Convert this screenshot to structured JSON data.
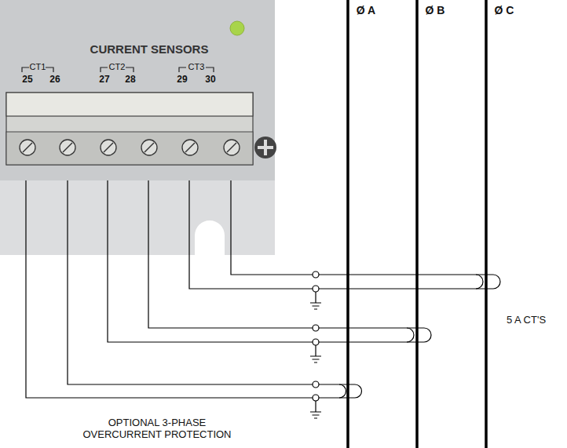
{
  "diagram": {
    "nodes": [
      {
        "text": [
          "CURRENT SENSORS"
        ]
      }
    ],
    "labels": [
      "CT1",
      "CT2",
      "CT3",
      "25",
      "26",
      "27",
      "28",
      "29",
      "30",
      "Ø A",
      "Ø B",
      "Ø C",
      "5 A CT'S",
      "OPTIONAL 3-PHASE OVERCURRENT PROTECTION"
    ]
  }
}
